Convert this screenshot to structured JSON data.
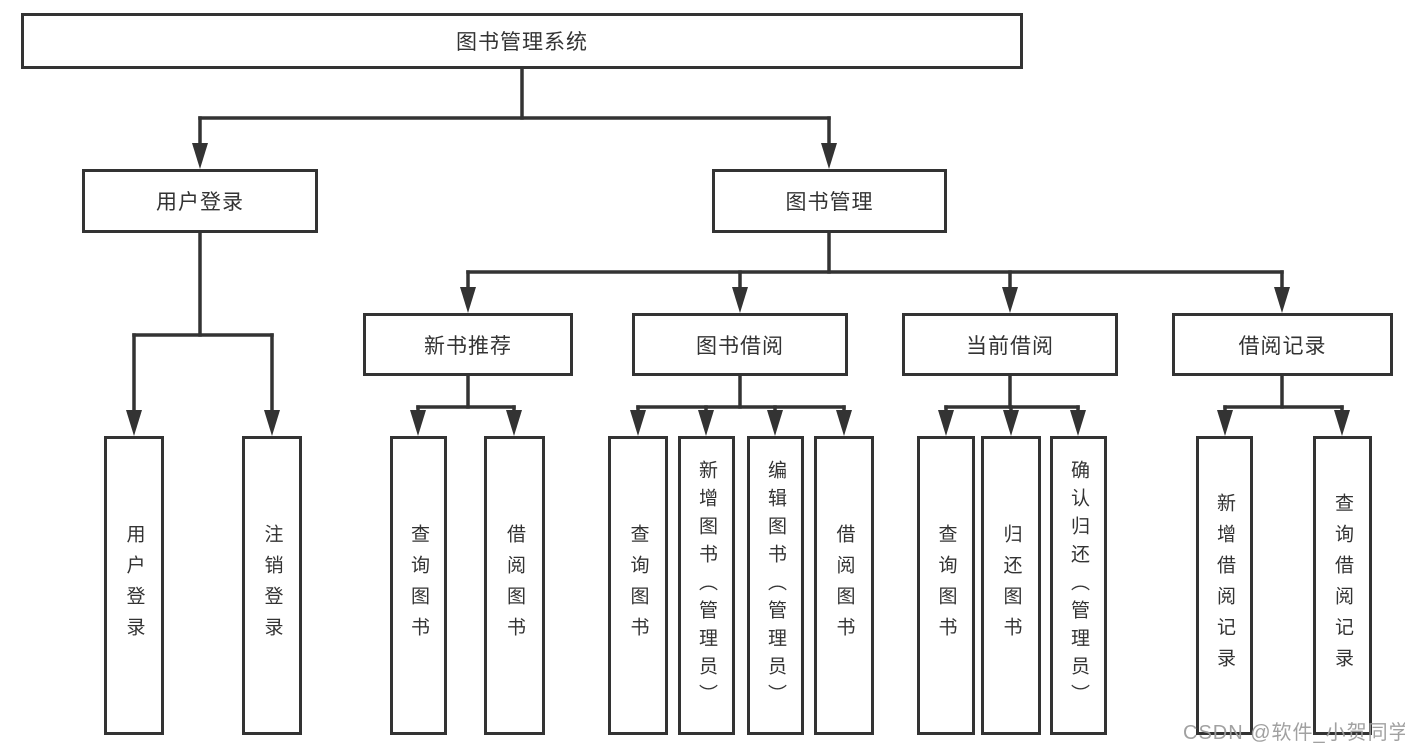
{
  "diagram": {
    "root": "图书管理系统",
    "branches": [
      "用户登录",
      "图书管理"
    ],
    "modules": [
      "新书推荐",
      "图书借阅",
      "当前借阅",
      "借阅记录"
    ],
    "leaves": [
      "用户登录",
      "注销登录",
      "查询图书",
      "借阅图书",
      "查询图书",
      "新增图书（管理员）",
      "编辑图书（管理员）",
      "借阅图书",
      "查询图书",
      "归还图书",
      "确认归还（管理员）",
      "新增借阅记录",
      "查询借阅记录"
    ]
  },
  "watermark": {
    "text": "CSDN @软件_小贺同学"
  },
  "colors": {
    "line": "#333333",
    "text": "#333333",
    "watermark": "#9c9c9c",
    "background": "#ffffff"
  }
}
